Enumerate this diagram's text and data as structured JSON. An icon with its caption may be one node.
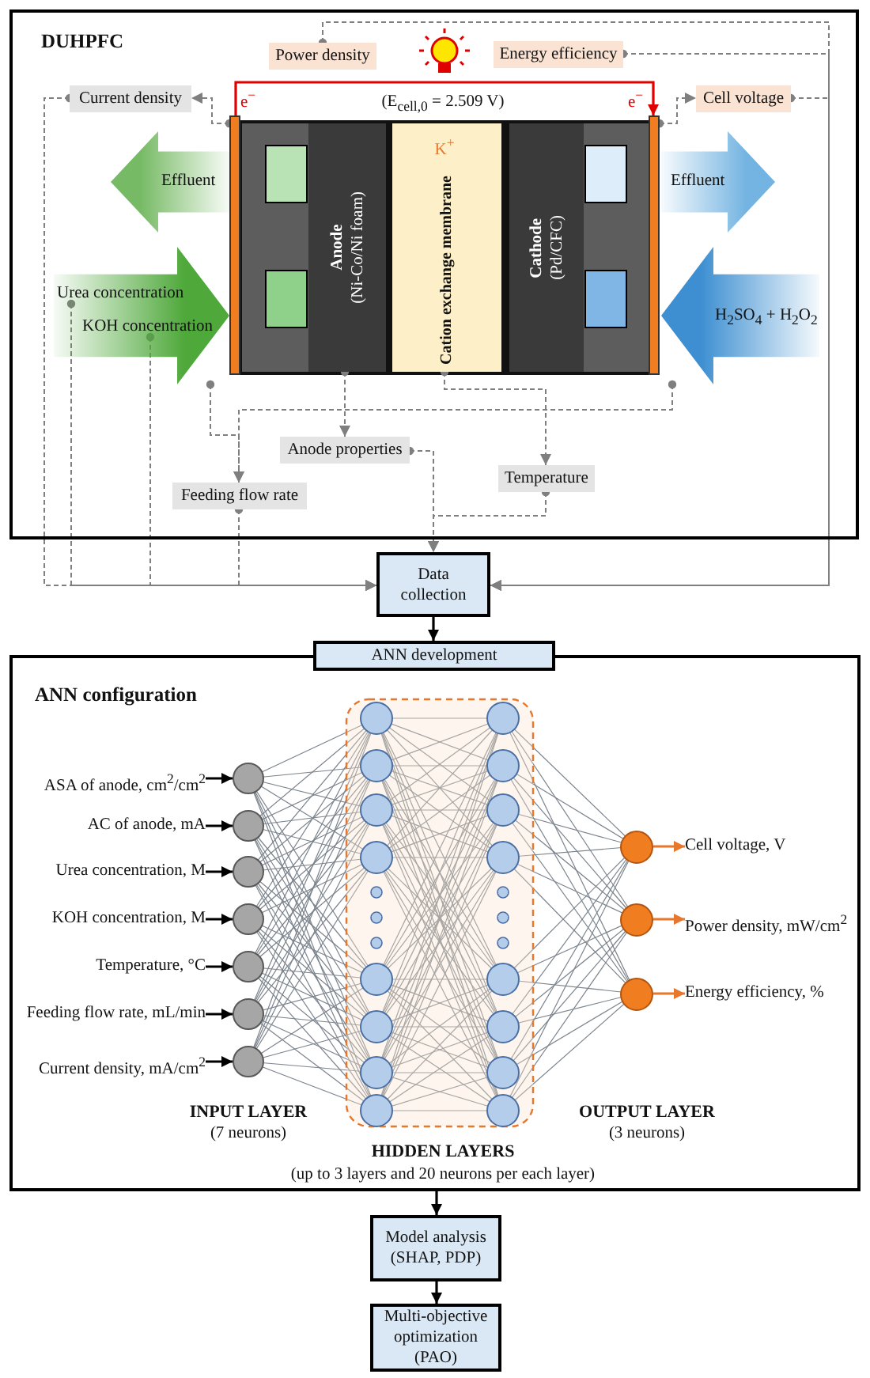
{
  "diagram": {
    "nodes": [
      {
        "text": [
          "DUHPFC"
        ]
      },
      {
        "text": [
          "Power density"
        ],
        "in": 0
      },
      {
        "text": [
          "Energy efficiency"
        ],
        "in": 0
      },
      {
        "text": [
          "Current density"
        ],
        "in": 0
      },
      {
        "text": [
          "Cell voltage"
        ],
        "in": 0
      },
      {
        "text": [
          "Effluent"
        ],
        "in": 0
      },
      {
        "text": [
          "Effluent"
        ],
        "in": 0
      },
      {
        "text": [],
        "shape": "arrow",
        "in": 0
      },
      {
        "text": [
          "Urea concentration"
        ],
        "in": 7
      },
      {
        "text": [
          "KOH concentration"
        ],
        "in": 7
      },
      {
        "text": [
          "Anode",
          "(Ni-Co/Ni foam)"
        ],
        "in": 0
      },
      {
        "text": [
          "Cation exchange membrane"
        ],
        "in": 0
      },
      {
        "text": [
          "Cathode",
          "(Pd/CFC)"
        ],
        "in": 0
      },
      {
        "text": [
          "H$_{2}$SO$_{4}$ + H$_{2}$O$_{2}$"
        ],
        "in": 0
      },
      {
        "text": [
          "Anode properties"
        ],
        "in": 0
      },
      {
        "text": [
          "Temperature"
        ],
        "in": 0
      },
      {
        "text": [
          "Feeding flow rate"
        ],
        "in": 0
      },
      {
        "text": [
          "Data collection"
        ]
      },
      {
        "text": [
          "ANN development"
        ]
      },
      {
        "text": [
          "ANN configuration"
        ]
      },
      {
        "text": [
          "ASA of anode, cm$^{2}$/cm$^{2}$"
        ],
        "in": 19
      },
      {
        "text": [
          "AC of anode, mA"
        ],
        "in": 19
      },
      {
        "text": [
          "Urea concentration, M"
        ],
        "in": 19
      },
      {
        "text": [
          "KOH concentration, M"
        ],
        "in": 19
      },
      {
        "text": [
          "Temperature, °C"
        ],
        "in": 19
      },
      {
        "text": [
          "Feeding flow rate, mL/min"
        ],
        "in": 19
      },
      {
        "text": [
          "Current density, mA/cm$^{2}$"
        ],
        "in": 19
      },
      {
        "text": [],
        "shape": "circle",
        "in": 19
      },
      {
        "text": [],
        "shape": "circle",
        "in": 19
      },
      {
        "text": [],
        "shape": "circle",
        "in": 19
      },
      {
        "text": [],
        "shape": "circle",
        "in": 19
      },
      {
        "text": [],
        "shape": "circle",
        "in": 19
      },
      {
        "text": [],
        "shape": "circle",
        "in": 19
      },
      {
        "text": [],
        "shape": "circle",
        "in": 19
      },
      {
        "text": [
          "HIDDEN LAYERS",
          "(up to 3 layers and 20 neurons per each layer)"
        ],
        "in": 19
      },
      {
        "text": [],
        "shape": "circle",
        "in": 19
      },
      {
        "text": [],
        "shape": "circle",
        "in": 19
      },
      {
        "text": [],
        "shape": "circle",
        "in": 19
      },
      {
        "text": [
          "Cell voltage, V"
        ],
        "in": 19
      },
      {
        "text": [
          "Power density, mW/cm$^{2}$"
        ],
        "in": 19
      },
      {
        "text": [
          "Energy efficiency, %"
        ],
        "in": 19
      },
      {
        "text": [
          "Model analysis (SHAP, PDP)"
        ]
      },
      {
        "text": [
          "Multi-objective optimization (PAO)"
        ]
      },
      {
        "text": [],
        "shape": "bar",
        "in": 0
      },
      {
        "text": [],
        "shape": "bar",
        "in": 0
      }
    ],
    "edges": [
      {
        "from": 43,
        "to": 3,
        "arrow": "to",
        "style": "dashed"
      },
      {
        "from": 44,
        "to": 4,
        "arrow": "to",
        "style": "dashed"
      },
      {
        "from": 1,
        "to": 17,
        "arrow": "to",
        "style": "dashed"
      },
      {
        "from": 2,
        "to": 17,
        "arrow": "to",
        "style": "dashed"
      },
      {
        "from": 4,
        "to": 17,
        "arrow": "to",
        "style": "dashed"
      },
      {
        "from": 3,
        "to": 17,
        "arrow": "to",
        "style": "dashed"
      },
      {
        "from": 8,
        "to": 17,
        "arrow": "to",
        "style": "dashed"
      },
      {
        "from": 9,
        "to": 17,
        "arrow": "to",
        "style": "dashed"
      },
      {
        "from": 16,
        "to": 17,
        "arrow": "to",
        "style": "dashed"
      },
      {
        "from": 7,
        "to": 16,
        "arrow": "to",
        "style": "dashed"
      },
      {
        "from": 13,
        "to": 16,
        "arrow": "to",
        "style": "dashed"
      },
      {
        "from": 10,
        "to": 14,
        "arrow": "to",
        "style": "dashed"
      },
      {
        "from": 11,
        "to": 15,
        "arrow": "to",
        "style": "dashed"
      },
      {
        "from": 14,
        "to": 17,
        "arrow": "to",
        "style": "dashed"
      },
      {
        "from": 15,
        "to": 17,
        "arrow": "to",
        "style": "dashed"
      },
      {
        "from": 17,
        "to": 18,
        "arrow": "to",
        "color": "#000000"
      },
      {
        "from": 20,
        "to": 27,
        "arrow": "to",
        "color": "#000000"
      },
      {
        "from": 21,
        "to": 28,
        "arrow": "to",
        "color": "#000000"
      },
      {
        "from": 22,
        "to": 29,
        "arrow": "to",
        "color": "#000000"
      },
      {
        "from": 23,
        "to": 30,
        "arrow": "to",
        "color": "#000000"
      },
      {
        "from": 24,
        "to": 31,
        "arrow": "to",
        "color": "#000000"
      },
      {
        "from": 25,
        "to": 32,
        "arrow": "to",
        "color": "#000000"
      },
      {
        "from": 26,
        "to": 33,
        "arrow": "to",
        "color": "#000000"
      },
      {
        "from": 35,
        "to": 38,
        "arrow": "to",
        "color": "#e8772e"
      },
      {
        "from": 36,
        "to": 39,
        "arrow": "to",
        "color": "#e8772e"
      },
      {
        "from": 37,
        "to": 40,
        "arrow": "to",
        "color": "#e8772e"
      },
      {
        "from": 19,
        "to": 41,
        "arrow": "to",
        "color": "#000000"
      },
      {
        "from": 41,
        "to": 42,
        "arrow": "to",
        "color": "#000000"
      },
      {
        "from": 43,
        "to": 44,
        "arrow": "to",
        "color": "#e00000"
      }
    ],
    "labels": [
      "e$^{−}$",
      "(E$_{cell,0}$ = 2.509 V)",
      "e$^{−}$",
      "K$^{+}$",
      "INPUT LAYER",
      "(7 neurons)",
      "OUTPUT LAYER",
      "(3 neurons)"
    ]
  }
}
